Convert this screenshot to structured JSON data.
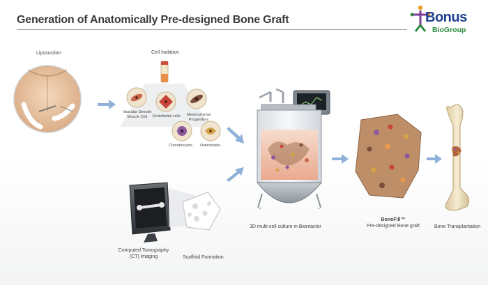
{
  "title": "Generation of Anatomically Pre-designed Bone Graft",
  "logo": {
    "name": "Bonus",
    "sub": "BioGroup",
    "colors": {
      "blue": "#1e3f8f",
      "green": "#2a8a3a",
      "orange": "#e8a22a",
      "purple": "#7a3e96"
    }
  },
  "labels": {
    "liposuction": "Liposuction",
    "cell_isolation": "Cell Isolation",
    "vascular_line1": "Vascular Smooth",
    "vascular_line2": "Muscle Cell",
    "endothelial": "Endothelial cells",
    "mesenchymal_line1": "Mesenchymal",
    "mesenchymal_line2": "Progenitors",
    "chondrocytes": "Chondrocytes",
    "osteoblasts": "Osteoblasts",
    "bioreactor": "3D multi-cell culture in Bioreactor",
    "bonofill_name": "BonoFill™",
    "bonofill_desc": "Pre-designed Bone graft",
    "transplantation": "Bone Transplantation",
    "ct_line1": "Computed Tomography",
    "ct_line2": "(CT) imaging",
    "scaffold": "Scaffold Formation"
  },
  "colors": {
    "arrow": "#8fb1d9",
    "title_rule": "#9aa0a6",
    "skin": "#e9c7a6",
    "bone": "#efe3c4",
    "fluid": "#f1c9b4"
  }
}
